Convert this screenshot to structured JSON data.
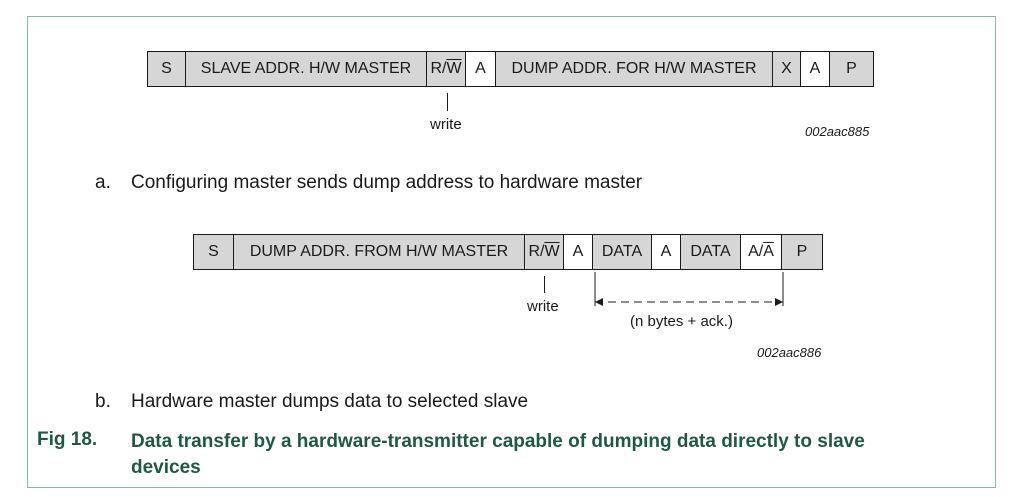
{
  "diagram_a": {
    "cells": [
      {
        "text": "S",
        "shade": "grey"
      },
      {
        "text": "SLAVE ADDR. H/W MASTER",
        "shade": "grey"
      },
      {
        "pre": "R/",
        "over": "W",
        "shade": "grey"
      },
      {
        "text": "A",
        "shade": "white"
      },
      {
        "text": "DUMP ADDR. FOR H/W MASTER",
        "shade": "grey"
      },
      {
        "text": "X",
        "shade": "grey"
      },
      {
        "text": "A",
        "shade": "white"
      },
      {
        "text": "P",
        "shade": "grey"
      }
    ],
    "write_label": "write",
    "code": "002aac885",
    "sub_label": "a.",
    "sub_caption": "Configuring master sends dump address to hardware master"
  },
  "diagram_b": {
    "cells": [
      {
        "text": "S",
        "shade": "grey"
      },
      {
        "text": "DUMP ADDR. FROM H/W MASTER",
        "shade": "grey"
      },
      {
        "pre": "R/",
        "over": "W",
        "shade": "grey"
      },
      {
        "text": "A",
        "shade": "white"
      },
      {
        "text": "DATA",
        "shade": "grey"
      },
      {
        "text": "A",
        "shade": "white"
      },
      {
        "text": "DATA",
        "shade": "grey"
      },
      {
        "pre": "A/",
        "over": "A",
        "shade": "white"
      },
      {
        "text": "P",
        "shade": "grey"
      }
    ],
    "write_label": "write",
    "bracket_label": "(n bytes + ack.)",
    "code": "002aac886",
    "sub_label": "b.",
    "sub_caption": "Hardware master dumps data to selected slave"
  },
  "figure": {
    "number": "Fig 18.",
    "title_line1": "Data transfer by a hardware-transmitter capable of dumping data directly to slave",
    "title_line2": "devices"
  },
  "colors": {
    "grey_cell": "#d6d6d6",
    "caption": "#1c5a46",
    "frame": "#7fb8ad"
  }
}
